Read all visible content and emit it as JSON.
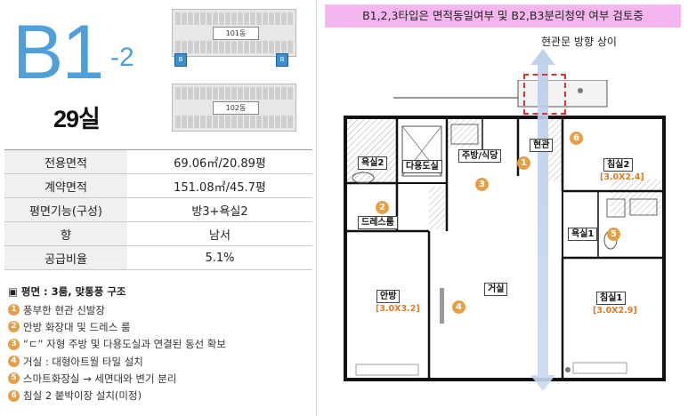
{
  "header": {
    "type_code": "B1",
    "type_suffix": "-2",
    "room_count": "29실"
  },
  "site_plan": {
    "block1": "101동",
    "block2": "102동",
    "marker1": "B",
    "marker2": "B"
  },
  "specs": [
    {
      "label": "전용면적",
      "value": "69.06㎡/20.89평"
    },
    {
      "label": "계약면적",
      "value": "151.08㎡/45.7평"
    },
    {
      "label": "평면기능(구성)",
      "value": "방3+욕실2"
    },
    {
      "label": "향",
      "value": "남서"
    },
    {
      "label": "공급비율",
      "value": "5.1%"
    }
  ],
  "features": {
    "title": "▣ 평면 : 3룸, 맞통풍 구조",
    "items": [
      {
        "num": "1",
        "text": "풍부한 현관 신발장"
      },
      {
        "num": "2",
        "text": "안방 화장대 및 드레스 룸"
      },
      {
        "num": "3",
        "text": "“ㄷ” 자형 주방 및 다용도실과 연결된 동선 확보"
      },
      {
        "num": "4",
        "text": "거실 : 대형아트월 타일 설치"
      },
      {
        "num": "5",
        "text": "스마트화장실 → 세면대와 변기 분리"
      },
      {
        "num": "6",
        "text": "침실 2 붙박이장 설치(미정)"
      }
    ]
  },
  "banner": "B1,2,3타입은 면적동일여부 및 B2,B3분리청약 여부 검토중",
  "entry_note": "현관문 방향 상이",
  "floor_plan": {
    "rooms": {
      "bath2": "욕실2",
      "utility": "다용도실",
      "kitchen": "주방/식당",
      "entrance": "현관",
      "bedroom2": "침실2",
      "bedroom2_dim": "[3.0X2.4]",
      "dressroom": "드레스룸",
      "bath1": "욕실1",
      "master": "안방",
      "master_dim": "[3.0X3.2]",
      "living": "거실",
      "bedroom1": "침실1",
      "bedroom1_dim": "[3.0X2.9]"
    },
    "markers": [
      "1",
      "2",
      "3",
      "4",
      "5",
      "6"
    ]
  },
  "colors": {
    "accent": "#4fa0d8",
    "marker": "#e3a049",
    "banner_bg": "#f5b6f0",
    "entry_box": "#e03030",
    "dimension": "#e07a20"
  }
}
